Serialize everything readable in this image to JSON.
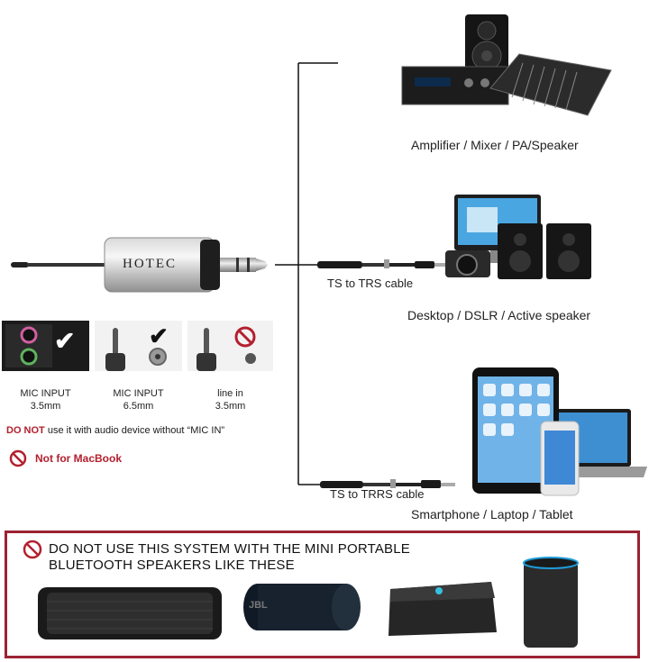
{
  "receiver": {
    "brand": "HOTEC"
  },
  "devices": [
    {
      "label": "Amplifier / Mixer / PA/Speaker"
    },
    {
      "label": "Desktop / DSLR / Active speaker",
      "cable": "TS to TRS cable"
    },
    {
      "label": "Smartphone / Laptop / Tablet",
      "cable": "TS to TRRS cable"
    }
  ],
  "inputs": [
    {
      "line1": "MIC INPUT",
      "line2": "3.5mm",
      "status": "check"
    },
    {
      "line1": "MIC INPUT",
      "line2": "6.5mm",
      "status": "check"
    },
    {
      "line1": "line in",
      "line2": "3.5mm",
      "status": "prohibited"
    }
  ],
  "warnings": {
    "do_not_bold": "DO NOT",
    "do_not_rest": "use it with audio device without “MIC IN”",
    "macbook": "Not for MacBook"
  },
  "bluetooth_warning": {
    "line1": "DO NOT USE THIS SYSTEM WITH THE MINI PORTABLE",
    "line2": "BLUETOOTH SPEAKERS LIKE THESE",
    "speaker_text": "JBL"
  },
  "colors": {
    "prohibit_red": "#b3202e",
    "box_border": "#9b2232",
    "check": "#ffffff"
  }
}
